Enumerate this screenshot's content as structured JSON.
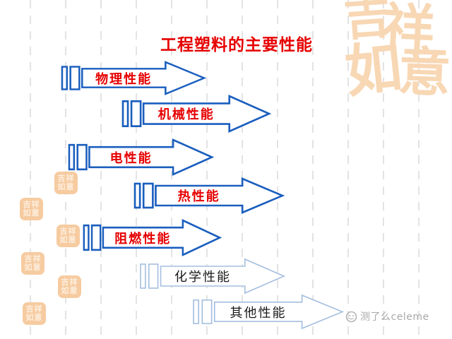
{
  "slide": {
    "title": "工程塑料的主要性能"
  },
  "arrows": [
    {
      "label": "物理性能",
      "style": "primary",
      "text_color": "#e60000",
      "outline_color": "#1a5ebe"
    },
    {
      "label": "机械性能",
      "style": "primary",
      "text_color": "#e60000",
      "outline_color": "#1a5ebe"
    },
    {
      "label": "电性能",
      "style": "primary",
      "text_color": "#e60000",
      "outline_color": "#1a5ebe"
    },
    {
      "label": "热性能",
      "style": "primary",
      "text_color": "#e60000",
      "outline_color": "#1a5ebe"
    },
    {
      "label": "阻燃性能",
      "style": "primary",
      "text_color": "#e60000",
      "outline_color": "#1a5ebe"
    },
    {
      "label": "化学性能",
      "style": "light",
      "text_color": "#1a1a1a",
      "outline_color": "#a4bedf"
    },
    {
      "label": "其他性能",
      "style": "light",
      "text_color": "#1a1a1a",
      "outline_color": "#a4bedf"
    }
  ],
  "watermarks": {
    "corner_seal_text": "吉祥如意",
    "corner_chars": [
      "吉",
      "祥",
      "如",
      "意"
    ],
    "stamp_text": "吉祥如意",
    "footer_brand": "测了么celeme"
  },
  "colors": {
    "title_red": "#e60000",
    "arrow_blue": "#1a5ebe",
    "arrow_light_blue": "#a4bedf",
    "seal_orange": "#f6cba0",
    "gridline_gray": "#e3e3e3",
    "footer_gray": "#a8a8a8"
  }
}
